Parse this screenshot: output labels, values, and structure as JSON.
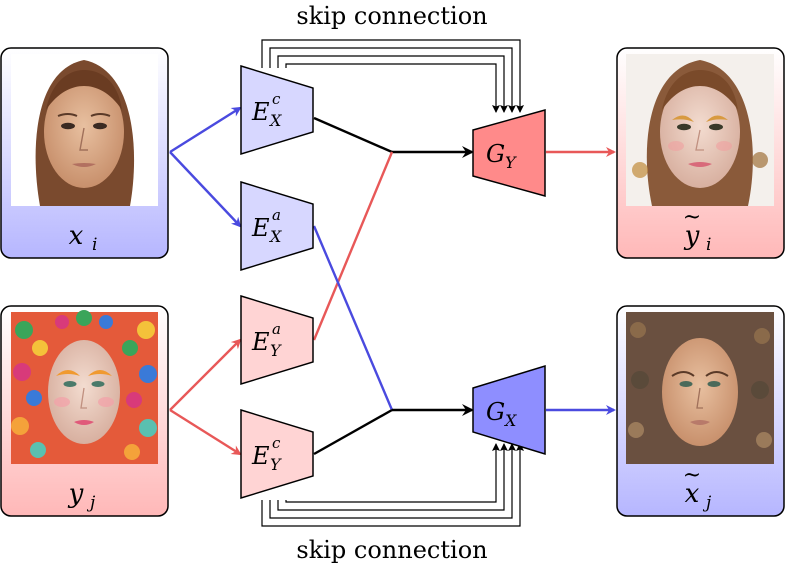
{
  "labels": {
    "skip_top": "skip connection",
    "skip_bottom": "skip connection"
  },
  "cards": [
    {
      "id": "xi",
      "main": "x",
      "sub": "i",
      "accent": "",
      "face": "plain"
    },
    {
      "id": "yj",
      "main": "y",
      "sub": "j",
      "accent": "",
      "face": "makeup"
    },
    {
      "id": "yi",
      "main": "y",
      "sub": "i",
      "accent": "~",
      "face": "made-up"
    },
    {
      "id": "xj",
      "main": "x",
      "sub": "j",
      "accent": "~",
      "face": "demakeup"
    }
  ],
  "encoders": [
    {
      "id": "exc",
      "main": "E",
      "sub": "X",
      "sup": "c"
    },
    {
      "id": "exa",
      "main": "E",
      "sub": "X",
      "sup": "a"
    },
    {
      "id": "eya",
      "main": "E",
      "sub": "Y",
      "sup": "a"
    },
    {
      "id": "eyc",
      "main": "E",
      "sub": "Y",
      "sup": "c"
    }
  ],
  "generators": [
    {
      "id": "gy",
      "main": "G",
      "sub": "Y"
    },
    {
      "id": "gx",
      "main": "G",
      "sub": "X"
    }
  ],
  "colors": {
    "blue_fill": "#d7d7ff",
    "blue_strong": "#8e8eff",
    "red_fill": "#ffd4d4",
    "red_strong": "#ff8a8a",
    "blue_arrow": "#4a4adf",
    "red_arrow": "#e85858",
    "black_arrow": "#000000",
    "card_blue_bottom": "#b6b6ff",
    "card_red_bottom": "#ffb8b8"
  }
}
